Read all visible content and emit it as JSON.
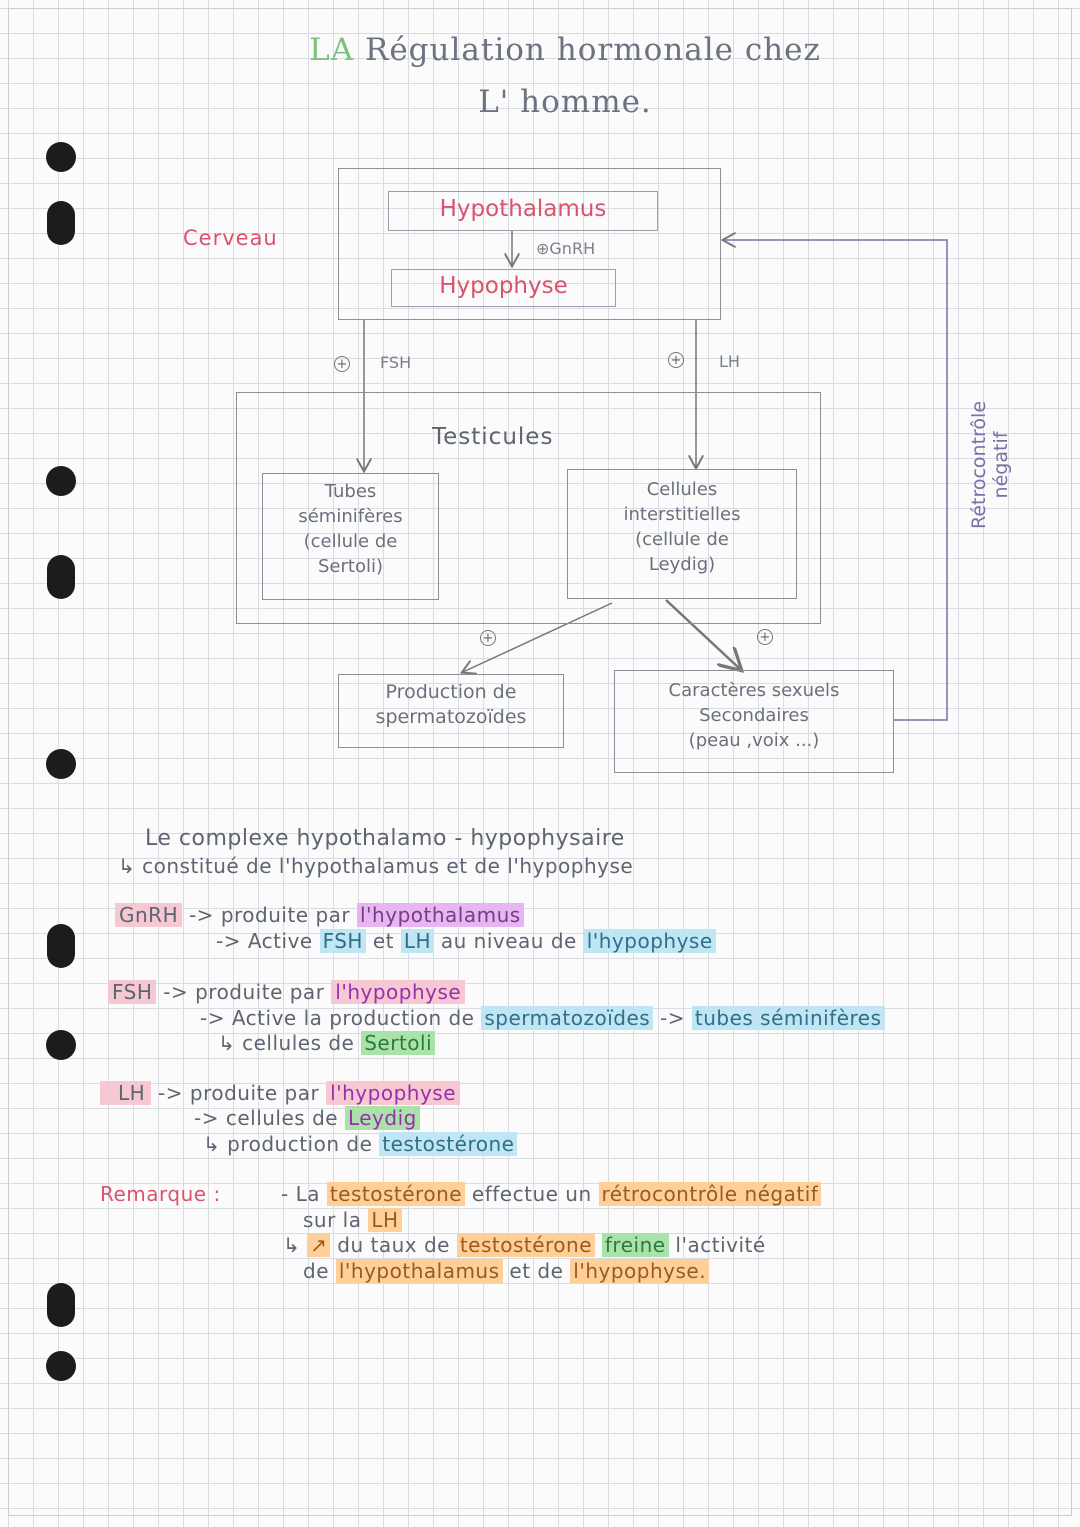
{
  "title": {
    "line1_prefix": "LA",
    "line1_rest": "Régulation hormonale chez",
    "line2": "L' homme."
  },
  "diagram": {
    "cerveau_label": "Cerveau",
    "hypothalamus": "Hypothalamus",
    "gnrh_arrow": "⊕GnRH",
    "hypophyse": "Hypophyse",
    "fsh_label": "FSH",
    "lh_label": "LH",
    "plus_symbol": "+",
    "testicules": "Testicules",
    "tubes": [
      "Tubes",
      "séminifères",
      "(cellule de",
      "Sertoli)"
    ],
    "cellules": [
      "Cellules",
      "interstitielles",
      "(cellule de",
      "Leydig)"
    ],
    "production": [
      "Production de",
      "spermatozoïdes"
    ],
    "caracteres": [
      "Caractères sexuels",
      "Secondaires",
      "(peau ,voix ...)"
    ],
    "retro_label": [
      "Rétrocontrôle",
      "négatif"
    ]
  },
  "notes": {
    "complexe": {
      "l1": "Le complexe hypothalamo - hypophysaire",
      "l2_arrow": "↳",
      "l2_a": "constitué de",
      "l2_b": "l'hypothalamus et de l'hypophyse"
    },
    "gnrh": {
      "key": "GnRH",
      "arrow": "->",
      "p1": "produite par",
      "p1_hl": "l'hypothalamus",
      "p2": "Active",
      "p2_hl_a": "FSH",
      "p2_mid": "et",
      "p2_hl_b": "LH",
      "p2_end": "au niveau de",
      "p2_hl_c": "l'hypophyse"
    },
    "fsh": {
      "key": "FSH",
      "arrow": "->",
      "sub_arrow": "↳",
      "p1": "produite par",
      "p1_hl": "l'hypophyse",
      "p2": "Active la production de",
      "p2_hl": "spermatozoïdes",
      "p2_arrow": "->",
      "p2_hl2": "tubes séminifères",
      "p3": "cellules de",
      "p3_hl": "Sertoli"
    },
    "lh": {
      "key": "LH",
      "arrow": "->",
      "sub_arrow": "↳",
      "p1": "produite par",
      "p1_hl": "l'hypophyse",
      "p2": "cellules de",
      "p2_hl": "Leydig",
      "p3": "production de",
      "p3_hl": "testostérone"
    },
    "remarque": {
      "key": "Remarque :",
      "l1_a": "- La",
      "l1_hl": "testostérone",
      "l1_b": "effectue un",
      "l1_hl2": "rétrocontrôle négatif",
      "l2_a": "sur la",
      "l2_hl": "LH",
      "l3_arrow": "↳",
      "l3_hl": "↗",
      "l3_a": "du taux de",
      "l3_hl2": "testostérone",
      "l3_hl3": "freine",
      "l3_b": "l'activité",
      "l4_a": "de",
      "l4_hl": "l'hypothalamus",
      "l4_b": "et de",
      "l4_hl2": "l'hypophyse."
    }
  },
  "colors": {
    "pink": "#d9536f",
    "purple": "#e7b6f0",
    "blue": "#bfe6f2",
    "green": "#a9e3a9",
    "orange": "#ffcf9a",
    "retro": "#7d6ea8"
  }
}
